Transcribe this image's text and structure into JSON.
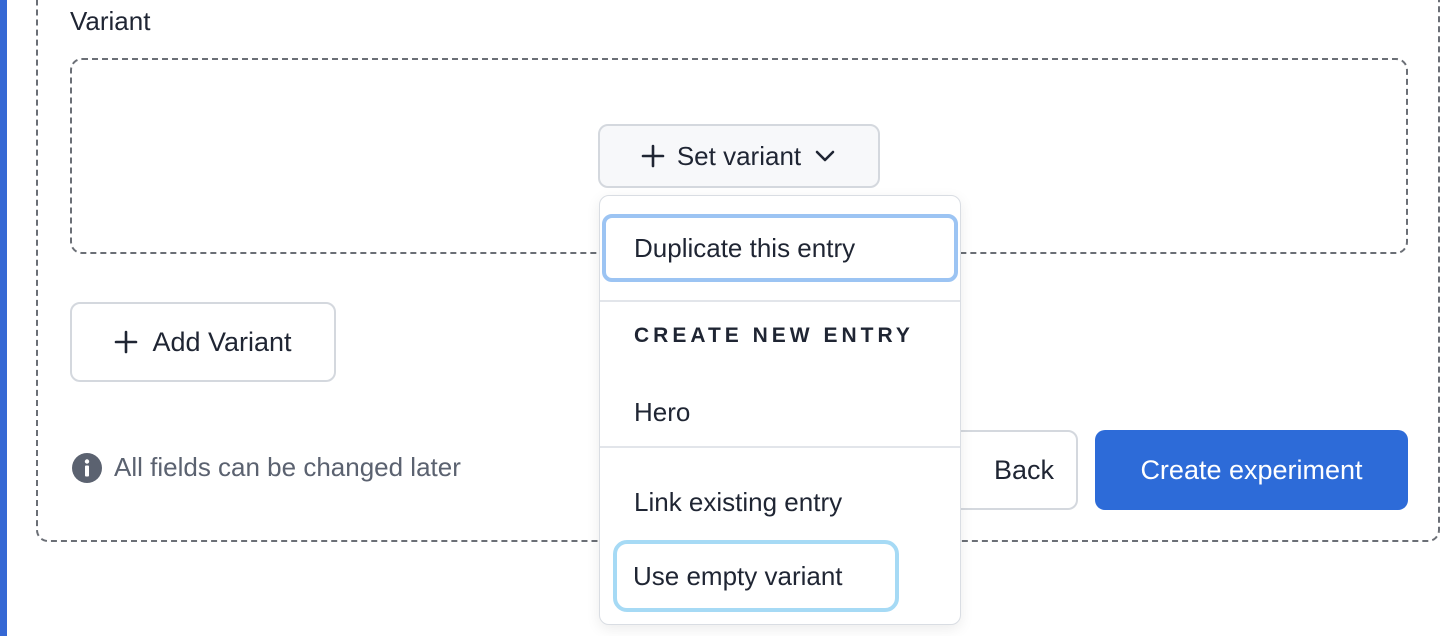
{
  "form": {
    "variant_label": "Variant",
    "set_variant_label": "Set variant",
    "add_variant_label": "Add Variant",
    "info_text": "All fields can be changed later",
    "back_label": "Back",
    "create_label": "Create experiment"
  },
  "dropdown": {
    "duplicate_label": "Duplicate this entry",
    "create_new_heading": "CREATE NEW ENTRY",
    "content_types": [
      "Hero"
    ],
    "link_existing_label": "Link existing entry",
    "use_empty_label": "Use empty variant"
  },
  "icons": {
    "plus": "plus-icon",
    "chevron": "chevron-down-icon",
    "info": "info-icon"
  },
  "colors": {
    "accent": "#3568d4",
    "primary_button": "#2d6bd8",
    "focus_ring": "#9cc4f3",
    "focus_ring_light": "#a6daf5"
  }
}
